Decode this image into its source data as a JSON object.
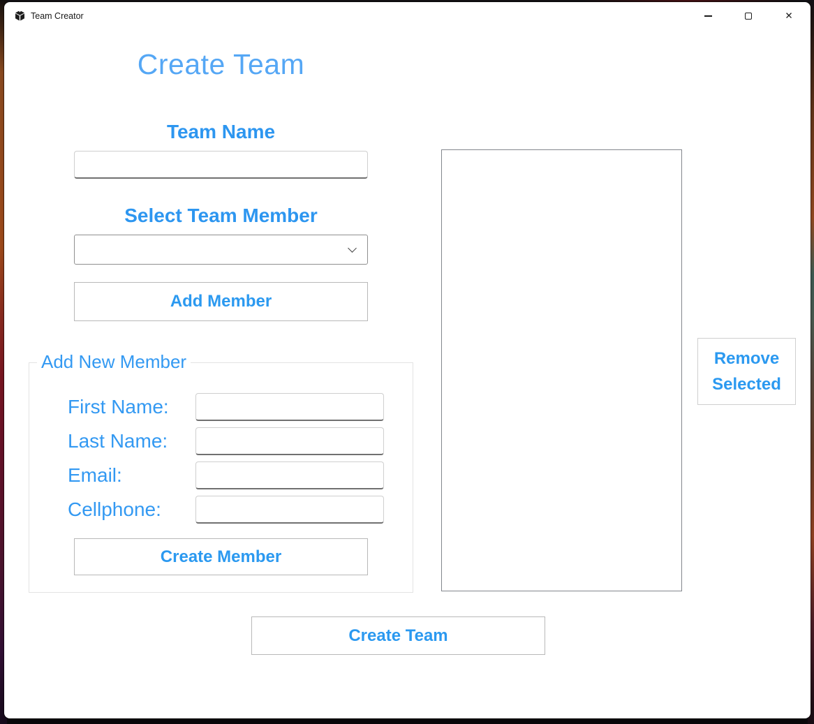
{
  "window": {
    "title": "Team Creator",
    "controls": {
      "close_glyph": "✕"
    }
  },
  "page": {
    "heading": "Create Team"
  },
  "team_name": {
    "label": "Team Name",
    "value": ""
  },
  "member_select": {
    "label": "Select Team Member",
    "selected_value": ""
  },
  "buttons": {
    "add_member": "Add Member",
    "create_member": "Create Member",
    "remove_selected": "Remove Selected",
    "create_team": "Create Team"
  },
  "new_member": {
    "legend": "Add New Member",
    "fields": [
      {
        "label": "First Name:",
        "value": ""
      },
      {
        "label": "Last Name:",
        "value": ""
      },
      {
        "label": "Email:",
        "value": ""
      },
      {
        "label": "Cellphone:",
        "value": ""
      }
    ]
  },
  "team_members_list": {
    "items": []
  },
  "colors": {
    "accent_label": "#2D96F0",
    "heading": "#55A7F5",
    "button_text": "#2B99F0",
    "listbox_border": "#82868c"
  }
}
